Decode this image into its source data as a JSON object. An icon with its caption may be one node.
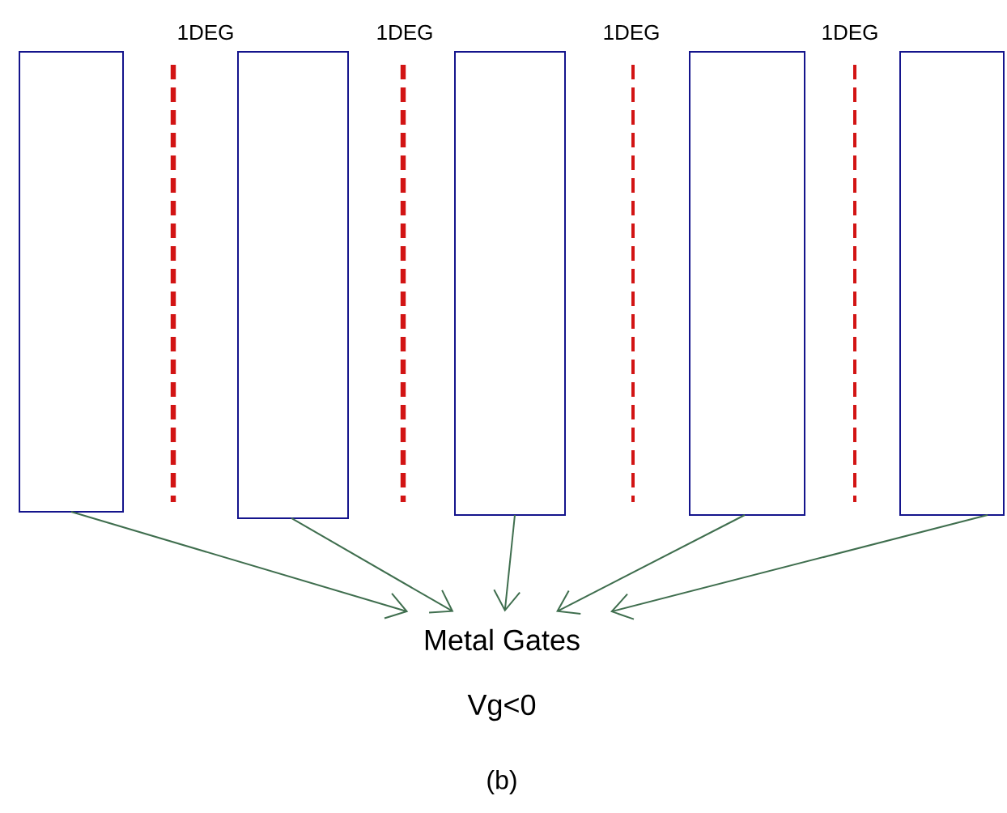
{
  "diagram": {
    "caption": "(b)",
    "nodes": [
      {
        "text": [],
        "shape": "box"
      },
      {
        "text": [],
        "shape": "box"
      },
      {
        "text": [],
        "shape": "box"
      },
      {
        "text": [],
        "shape": "box"
      },
      {
        "text": [],
        "shape": "box"
      },
      {
        "text": [
          "Metal Gates"
        ]
      }
    ],
    "edges": [
      {
        "from": 0,
        "to": 5,
        "arrow": "to"
      },
      {
        "from": 1,
        "to": 5,
        "arrow": "to"
      },
      {
        "from": 2,
        "to": 5,
        "arrow": "to"
      },
      {
        "from": 3,
        "to": 5,
        "arrow": "to"
      },
      {
        "from": 4,
        "to": 5,
        "arrow": "to"
      }
    ],
    "labels": [
      "1DEG",
      "1DEG",
      "1DEG",
      "1DEG",
      "Vg<0"
    ]
  }
}
